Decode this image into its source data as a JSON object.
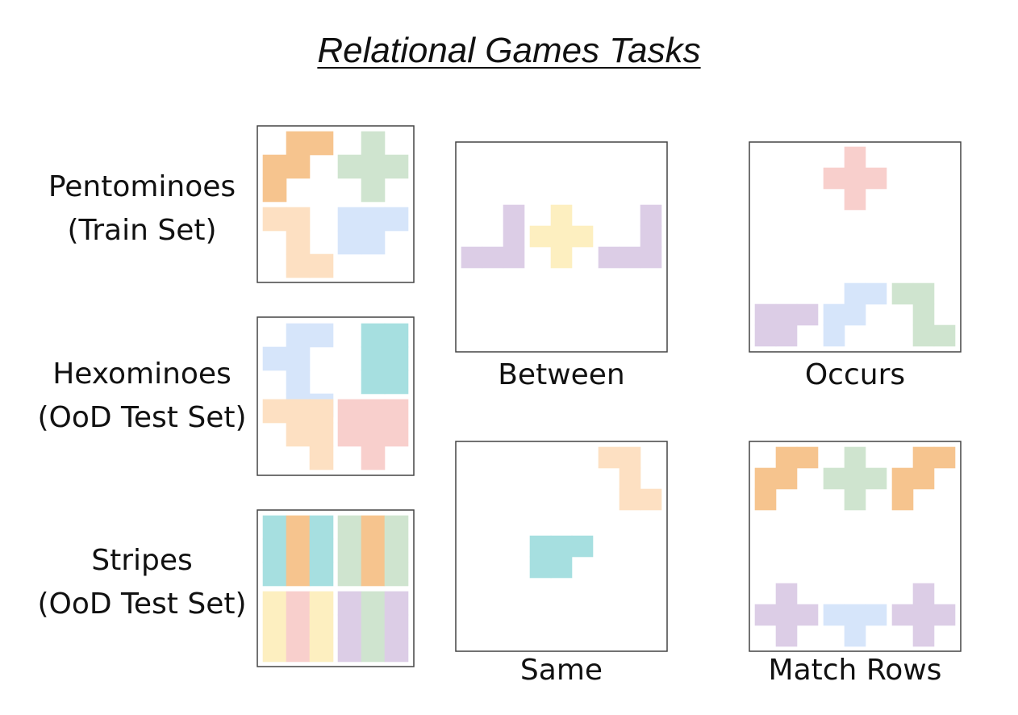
{
  "title": "Relational Games Tasks",
  "sets": [
    {
      "name": "Pentominoes",
      "subtitle": "(Train Set)"
    },
    {
      "name": "Hexominoes",
      "subtitle": "(OoD Test Set)"
    },
    {
      "name": "Stripes",
      "subtitle": "(OoD Test Set)"
    }
  ],
  "tasks": [
    {
      "name": "Between"
    },
    {
      "name": "Occurs"
    },
    {
      "name": "Same"
    },
    {
      "name": "Match Rows"
    }
  ],
  "colors": {
    "orange": "#f6c48e",
    "peach": "#fde0c2",
    "green": "#cfe4cf",
    "blue": "#d6e5fa",
    "teal": "#a6dfe0",
    "pink": "#f8cfcc",
    "yellow": "#fdefc0",
    "lavender": "#dccde6",
    "frame": "#444444"
  }
}
